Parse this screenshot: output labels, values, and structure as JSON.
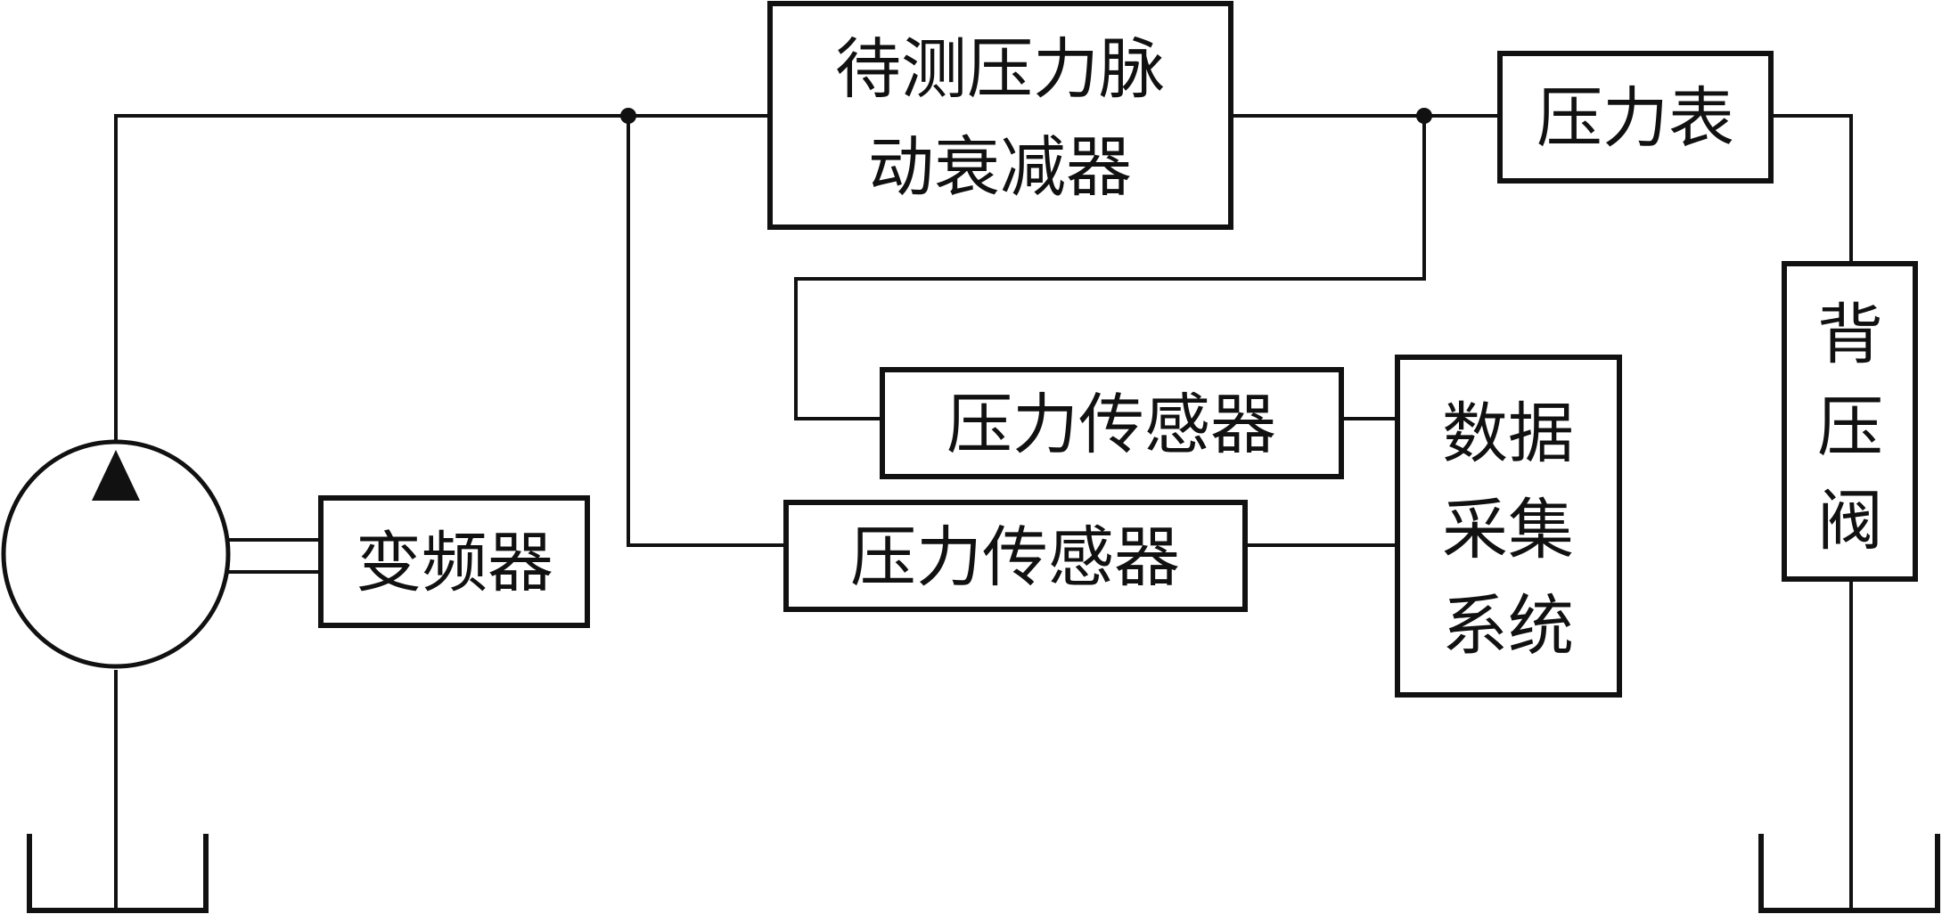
{
  "diagram": {
    "attenuator": {
      "line1": "待测压力脉",
      "line2": "动衰减器"
    },
    "pressure_gauge": "压力表",
    "back_pressure_valve": {
      "c1": "背",
      "c2": "压",
      "c3": "阀"
    },
    "pressure_sensor_upper": "压力传感器",
    "pressure_sensor_lower": "压力传感器",
    "data_acquisition": {
      "r1": "数据",
      "r2": "采集",
      "r3": "系统"
    },
    "frequency_converter": "变频器"
  },
  "colors": {
    "line": "#111111",
    "background": "#ffffff"
  }
}
